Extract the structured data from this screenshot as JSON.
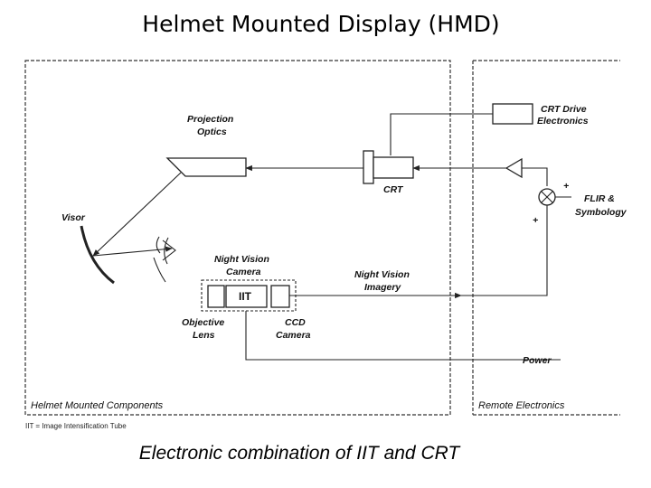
{
  "title": "Helmet Mounted Display (HMD)",
  "caption": "Electronic combination of IIT and CRT",
  "diagram": {
    "labels": {
      "projection_optics": [
        "Projection",
        "Optics"
      ],
      "crt_drive": [
        "CRT Drive",
        "Electronics"
      ],
      "crt": "CRT",
      "visor": "Visor",
      "flir": [
        "FLIR &",
        "Symbology"
      ],
      "plus": "+",
      "night_vision_camera": [
        "Night Vision",
        "Camera"
      ],
      "iit": "IIT",
      "night_vision_imagery": [
        "Night Vision",
        "Imagery"
      ],
      "objective_lens": [
        "Objective",
        "Lens"
      ],
      "ccd_camera": [
        "CCD",
        "Camera"
      ],
      "power": "Power",
      "helmet_mounted_components": "Helmet Mounted Components",
      "remote_electronics": "Remote Electronics",
      "footnote": "IIT = Image Intensification Tube"
    }
  }
}
